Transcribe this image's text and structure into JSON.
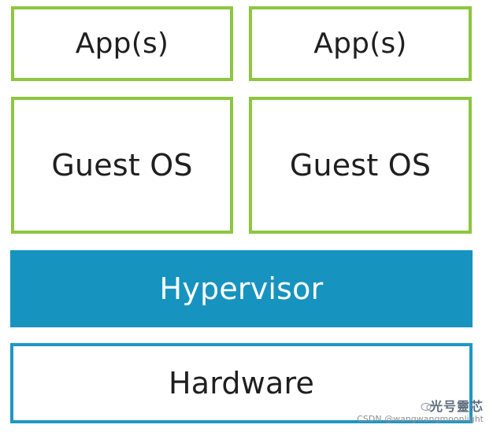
{
  "diagram": {
    "left_stack": {
      "app_label": "App(s)",
      "guest_os_label": "Guest OS"
    },
    "right_stack": {
      "app_label": "App(s)",
      "guest_os_label": "Guest OS"
    },
    "hypervisor_label": "Hypervisor",
    "hardware_label": "Hardware"
  },
  "watermark": {
    "brand": "光号靈芯",
    "credit": "CSDN @wangwangmoonlight"
  },
  "colors": {
    "green": "#8dc63f",
    "blue": "#1793c0",
    "text": "#1f1f1f"
  }
}
